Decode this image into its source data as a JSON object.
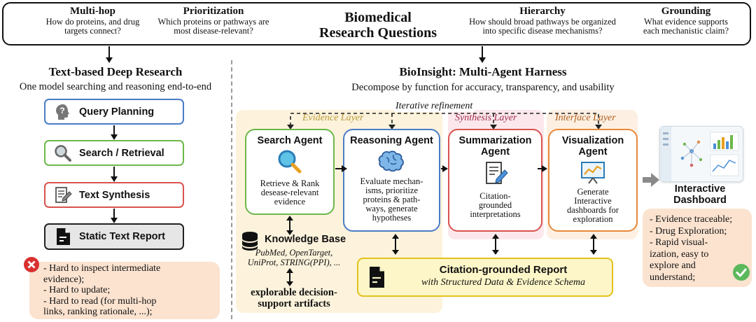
{
  "banner": {
    "title_line1": "Biomedical",
    "title_line2": "Research Questions",
    "questions": [
      {
        "title": "Multi-hop",
        "line1": "How do proteins, and drug",
        "line2": "targets connect?"
      },
      {
        "title": "Prioritization",
        "line1": "Which proteins or pathways are",
        "line2": "most disease-relevant?"
      },
      {
        "title": "Hierarchy",
        "line1": "How should broad pathways be organized",
        "line2": "into specific disease mechanisms?"
      },
      {
        "title": "Grounding",
        "line1": "What evidence supports",
        "line2": "each mechanistic claim?"
      }
    ]
  },
  "left": {
    "title": "Text-based Deep Research",
    "subtitle": "One model searching and reasoning end-to-end",
    "steps": [
      {
        "label": "Query Planning",
        "icon": "head-question-icon",
        "color": "#4a7cc7"
      },
      {
        "label": "Search / Retrieval",
        "icon": "magnifier-icon",
        "color": "#6cb84a"
      },
      {
        "label": "Text Synthesis",
        "icon": "document-pen-icon",
        "color": "#d9534f"
      },
      {
        "label": "Static Text Report",
        "icon": "file-icon",
        "color": "#222222"
      }
    ],
    "issues": [
      "- Hard to inspect intermediate",
      "evidence);",
      "- Hard to update;",
      "- Hard to read (for multi-hop",
      "links, ranking rationale, ...);"
    ]
  },
  "right": {
    "title": "BioInsight: Multi-Agent Harness",
    "subtitle": "Decompose by function for accuracy, transparency, and usability",
    "loop_label": "Iterative refinement",
    "layers": {
      "evidence": "Evidence Layer",
      "synthesis": "Synthesis Layer",
      "interface": "Interface Layer"
    },
    "agents": [
      {
        "title1": "Search Agent",
        "title2": "",
        "desc": [
          "Retrieve & Rank",
          "desease-relevant",
          "evidence"
        ],
        "icon": "magnifier-icon",
        "color": "#6cb84a"
      },
      {
        "title1": "Reasoning Agent",
        "title2": "",
        "desc": [
          "Evaluate mechan-",
          "isms, prioritize",
          "proteins & path-",
          "ways, generate",
          "hypotheses"
        ],
        "icon": "brain-icon",
        "color": "#4a7cc7"
      },
      {
        "title1": "Summarization",
        "title2": "Agent",
        "desc": [
          "Citation-",
          "grounded",
          "interpretations"
        ],
        "icon": "document-pen-icon",
        "color": "#d9534f"
      },
      {
        "title1": "Visualization",
        "title2": "Agent",
        "desc": [
          "Generate",
          "Interactive",
          "dashboards for",
          "exploration"
        ],
        "icon": "chart-board-icon",
        "color": "#e8883a"
      }
    ],
    "knowledge_base": {
      "title": "Knowledge Base",
      "sources_line1": "PubMed, OpenTarget,",
      "sources_line2": "UniProt, STRING(PPI), ..."
    },
    "artifacts_line1": "explorable decision-",
    "artifacts_line2": "support artifacts",
    "report": {
      "title": "Citation-grounded Report",
      "subtitle": "with Structured Data & Evidence Schema"
    },
    "dashboard": {
      "title_line1": "Interactive",
      "title_line2": "Dashboard"
    },
    "benefits": [
      "- Evidence traceable;",
      "- Drug Exploration;",
      "- Rapid visual-",
      "ization, easy to",
      "explore and",
      "understand;"
    ]
  },
  "colors": {
    "evidence_layer_bg": "#fdf3dc",
    "synthesis_layer_bg": "#fce8ec",
    "interface_layer_bg": "#fdf0e2",
    "report_bg": "#fdf6c8",
    "report_border": "#e3c21c",
    "pill_bg": "#fbe3d0"
  }
}
